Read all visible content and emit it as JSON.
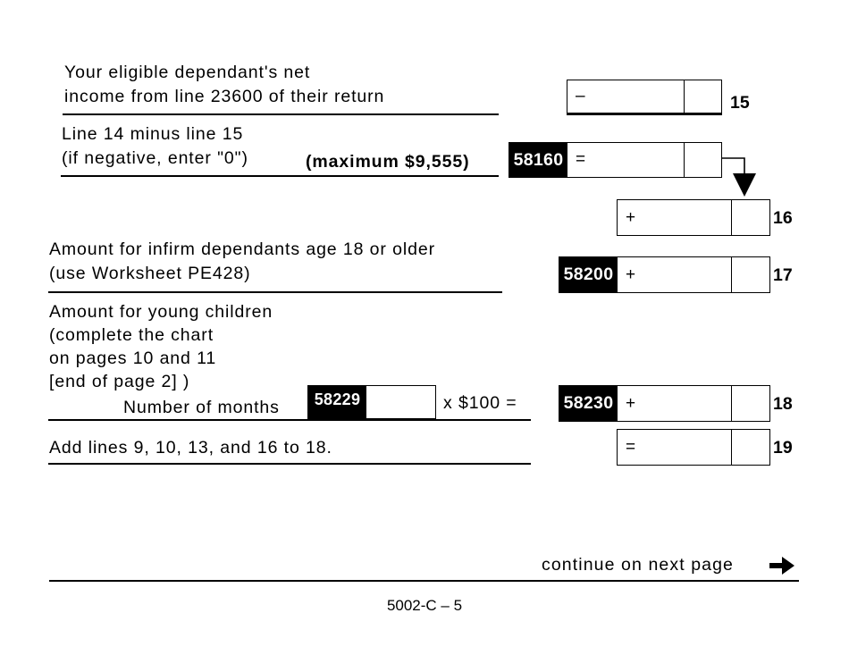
{
  "line15": {
    "label_line1": "Your eligible dependant's net",
    "label_line2": "income from line 23600 of their return",
    "operator": "–",
    "line_number": "15"
  },
  "line16_calc": {
    "label_line1": "Line 14 minus line 15",
    "label_line2": "(if negative, enter \"0\")",
    "maximum": "(maximum $9,555)",
    "field_code": "58160",
    "operator": "="
  },
  "line16": {
    "operator": "+",
    "line_number": "16"
  },
  "line17": {
    "label_line1": "Amount for infirm dependants age 18 or older",
    "label_line2": "(use Worksheet PE428)",
    "field_code": "58200",
    "operator": "+",
    "line_number": "17"
  },
  "line18": {
    "label_line1": "Amount for young children",
    "label_line2": "(complete the chart",
    "label_line3": "on pages 10 and 11",
    "label_line4": "[end of page 2] )",
    "months_label": "Number of months",
    "months_code": "58229",
    "multiplier": "x $100 =",
    "field_code": "58230",
    "operator": "+",
    "line_number": "18"
  },
  "line19": {
    "label": "Add lines 9, 10, 13, and 16 to 18.",
    "operator": "=",
    "line_number": "19"
  },
  "footer": {
    "continue_text": "continue on next page",
    "page_id": "5002-C – 5"
  }
}
